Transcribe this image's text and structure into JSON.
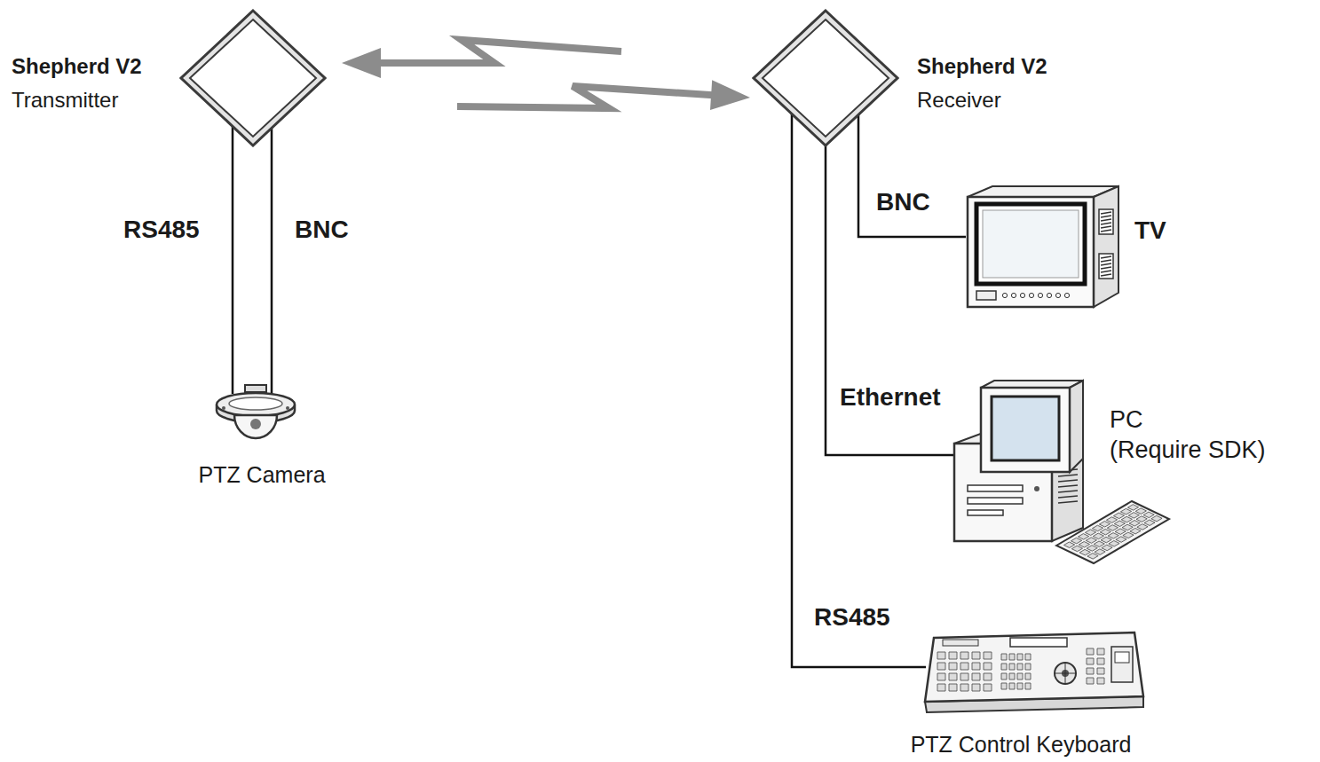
{
  "diagram": {
    "nodes": [
      {
        "text": [
          "Shepherd V2",
          "Transmitter"
        ]
      },
      {
        "text": [
          "Shepherd V2",
          "Receiver"
        ]
      },
      {
        "text": [
          "PTZ Camera"
        ]
      },
      {
        "text": [
          "TV"
        ]
      },
      {
        "text": [
          "PC",
          "(Require SDK)"
        ]
      },
      {
        "text": [
          "PTZ Control Keyboard"
        ]
      }
    ],
    "edges": [
      {
        "from": 0,
        "to": 2,
        "label": "RS485",
        "arrow": "none"
      },
      {
        "from": 0,
        "to": 2,
        "label": "BNC",
        "arrow": "none"
      },
      {
        "from": 1,
        "to": 0,
        "arrow": "to"
      },
      {
        "from": 0,
        "to": 1,
        "arrow": "to"
      },
      {
        "from": 1,
        "to": 3,
        "label": "BNC",
        "arrow": "none"
      },
      {
        "from": 1,
        "to": 4,
        "label": "Ethernet",
        "arrow": "none"
      },
      {
        "from": 1,
        "to": 5,
        "label": "RS485",
        "arrow": "none"
      }
    ]
  }
}
